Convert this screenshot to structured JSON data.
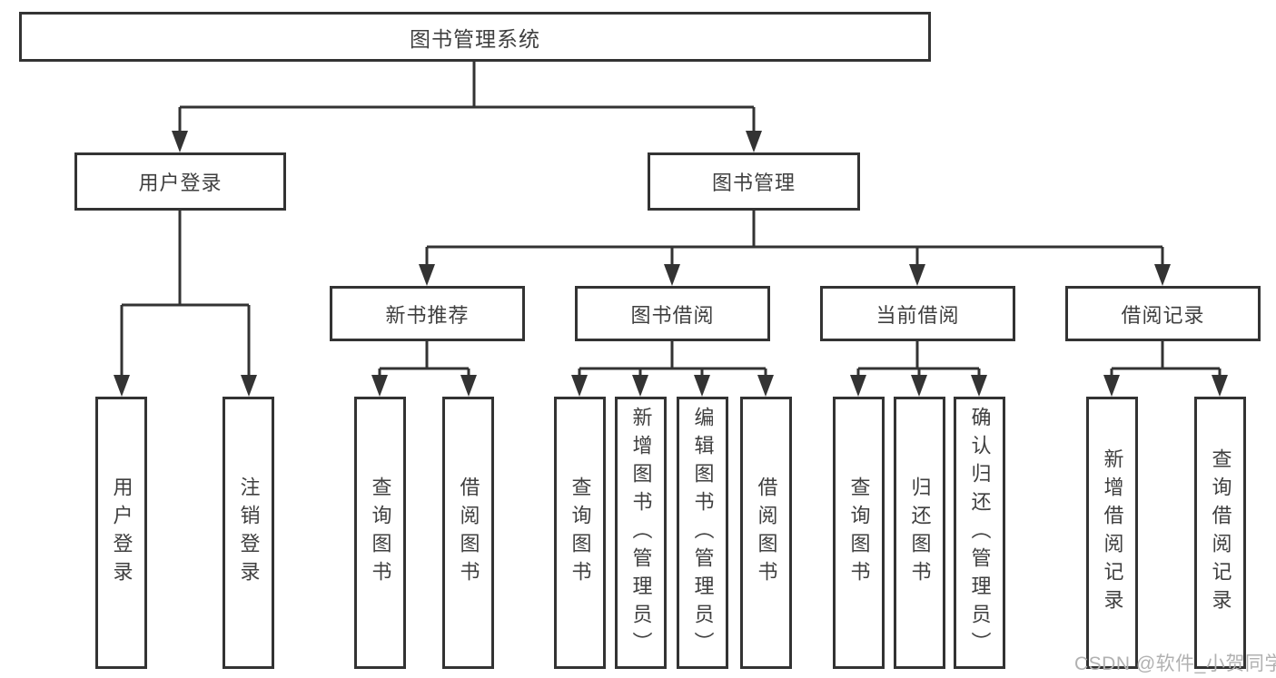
{
  "diagram": {
    "title": "图书管理系统",
    "level2": {
      "user_login": "用户登录",
      "book_management": "图书管理"
    },
    "level3": {
      "new_book_recommend": "新书推荐",
      "book_borrow": "图书借阅",
      "current_borrow": "当前借阅",
      "borrow_records": "借阅记录"
    },
    "leaves": {
      "user_login": [
        "用户登录",
        "注销登录"
      ],
      "new_book_recommend": [
        "查询图书",
        "借阅图书"
      ],
      "book_borrow": [
        "查询图书",
        "新增图书（管理员）",
        "编辑图书（管理员）",
        "借阅图书"
      ],
      "current_borrow": [
        "查询图书",
        "归还图书",
        "确认归还（管理员）"
      ],
      "borrow_records": [
        "新增借阅记录",
        "查询借阅记录"
      ]
    }
  },
  "watermark": {
    "text": "CSDN @软件_小贺同学"
  },
  "colors": {
    "line": "#333333",
    "text": "#3f3f3f",
    "watermark": "#b1b1b1",
    "background": "#ffffff"
  }
}
